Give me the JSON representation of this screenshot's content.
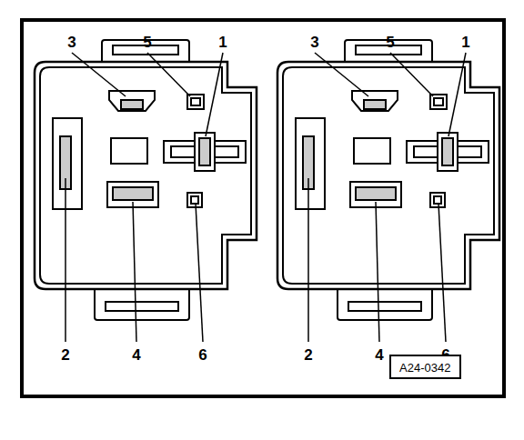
{
  "diagram": {
    "nodes": [
      {
        "text": [
          "A24-0342"
        ]
      }
    ],
    "labels": [
      "3",
      "5",
      "1",
      "2",
      "4",
      "6",
      "3",
      "5",
      "1",
      "2",
      "4",
      "6"
    ]
  }
}
